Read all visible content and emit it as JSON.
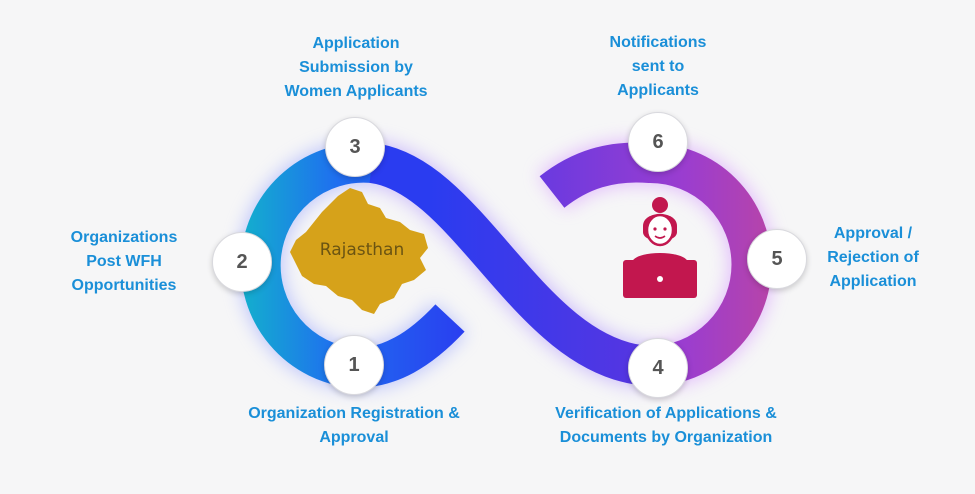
{
  "steps": [
    {
      "number": "1",
      "label": "Organization Registration &\nApproval"
    },
    {
      "number": "2",
      "label": "Organizations\nPost WFH\nOpportunities"
    },
    {
      "number": "3",
      "label": "Application\nSubmission by\nWomen Applicants"
    },
    {
      "number": "4",
      "label": "Verification of Applications &\nDocuments by Organization"
    },
    {
      "number": "5",
      "label": "Approval /\nRejection of\nApplication"
    },
    {
      "number": "6",
      "label": "Notifications\nsent to\nApplicants"
    }
  ],
  "map": {
    "label": "Rajasthan",
    "icon": "rajasthan-map-icon"
  },
  "person_icon": "woman-at-laptop-icon",
  "colors": {
    "label_blue": "#1a8fd8",
    "loop_teal": "#12b7c9",
    "loop_blue": "#2a3cf0",
    "loop_purple": "#7a35d8",
    "loop_magenta": "#c2479a",
    "map_gold": "#d6a21a",
    "person_red": "#c2174e"
  }
}
